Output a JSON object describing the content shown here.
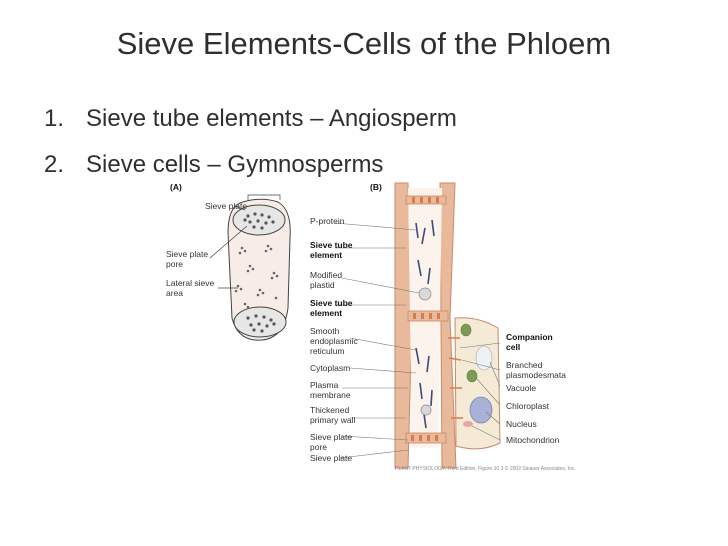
{
  "title": "Sieve Elements-Cells of the Phloem",
  "bullets": [
    {
      "num": "1.",
      "text": "Sieve tube elements – Angiosperm"
    },
    {
      "num": "2.",
      "text": "Sieve cells – Gymnosperms"
    }
  ],
  "figure": {
    "panel_a": {
      "letter": "(A)",
      "labels": {
        "sieve_plate": "Sieve plate",
        "sieve_plate_pore_1": "Sieve plate",
        "sieve_plate_pore_2": "pore",
        "lateral_sieve_area_1": "Lateral sieve",
        "lateral_sieve_area_2": "area"
      }
    },
    "panel_b": {
      "letter": "(B)",
      "left_labels": {
        "p_protein": "P-protein",
        "sieve_tube_element_a_1": "Sieve tube",
        "sieve_tube_element_a_2": "element",
        "modified_plastid_1": "Modified",
        "modified_plastid_2": "plastid",
        "sieve_tube_element_b_1": "Sieve tube",
        "sieve_tube_element_b_2": "element",
        "ser_1": "Smooth",
        "ser_2": "endoplasmic",
        "ser_3": "reticulum",
        "cytoplasm": "Cytoplasm",
        "plasma_membrane_1": "Plasma",
        "plasma_membrane_2": "membrane",
        "thickened_wall_1": "Thickened",
        "thickened_wall_2": "primary wall",
        "sieve_plate_pore_1": "Sieve plate",
        "sieve_plate_pore_2": "pore",
        "sieve_plate": "Sieve plate"
      },
      "right_labels": {
        "companion_cell_1": "Companion",
        "companion_cell_2": "cell",
        "branched_plasmodesmata_1": "Branched",
        "branched_plasmodesmata_2": "plasmodesmata",
        "vacuole": "Vacuole",
        "chloroplast": "Chloroplast",
        "nucleus": "Nucleus",
        "mitochondrion": "Mitochondrion"
      }
    },
    "credit": "PLANT PHYSIOLOGY, Third Edition, Figure 10.3 © 2002 Sinauer Associates, Inc."
  },
  "colors": {
    "wall": "#e9b99b",
    "wall_dark": "#c98a68",
    "cell_fill": "#fbf3ec",
    "sieve_plate": "#d97b4a",
    "protein": "#3d4a7a",
    "chloroplast": "#7f9a57",
    "nucleus": "#a9b2d6"
  }
}
